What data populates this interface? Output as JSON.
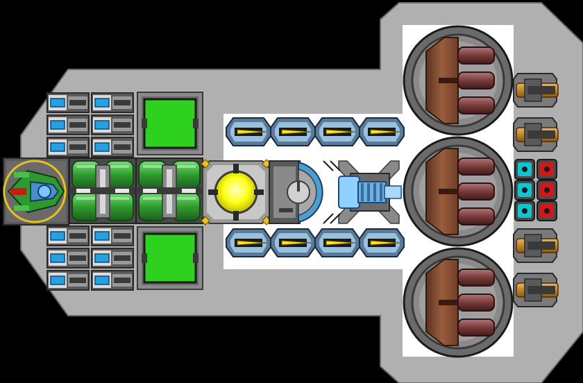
{
  "scene": {
    "background": "#000000",
    "hull_color": "#b0b0b0",
    "deck_color": "#ffffff",
    "hull_outline": "#6a6a6a"
  },
  "palette": {
    "green_module": "#2fd11f",
    "green_tank": "#3aa83a",
    "reactor_yellow": "#ffff1a",
    "blade_yellow": "#ffe61a",
    "blue_cell": "#2a9fe0",
    "ice_blue": "#8fd0ff",
    "turret_brown": "#8a5236",
    "barrel_red": "#7a3a3a",
    "bronze": "#c98a2e",
    "cyan_node": "#12c4d0",
    "red_node": "#d01a1a",
    "steel": "#8a8a8a",
    "dark_steel": "#3c3c3c"
  },
  "modules": {
    "cockpit": {
      "icon": "green-fighter-cockpit-icon"
    },
    "battery_banks": {
      "top_count": 6,
      "bottom_count": 6
    },
    "green_panels": {
      "count": 2
    },
    "fuel_tanks": {
      "count": 2
    },
    "reactor": {
      "icon": "yellow-reactor-core-icon"
    },
    "shield_dome": {
      "icon": "blue-shield-dome-icon"
    },
    "ice_cannon": {
      "icon": "ice-blue-cannon-icon"
    },
    "blade_pods": {
      "top_count": 4,
      "bottom_count": 4
    },
    "main_turrets": {
      "count": 3
    },
    "bronze_guns": {
      "count": 4
    },
    "node_grid": {
      "cyan_count": 3,
      "red_count": 3
    }
  }
}
